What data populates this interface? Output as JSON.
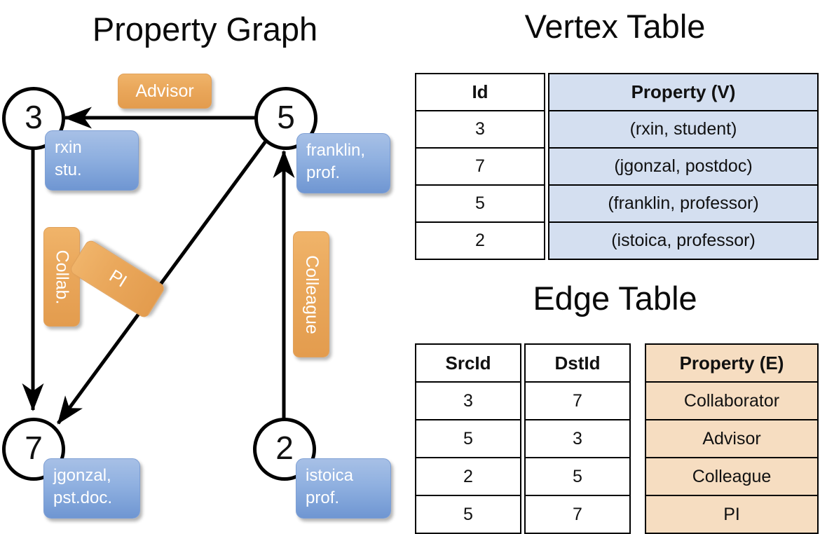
{
  "titles": {
    "property_graph": "Property Graph",
    "vertex_table": "Vertex Table",
    "edge_table": "Edge Table"
  },
  "graph": {
    "nodes": [
      {
        "id": "3",
        "label": "rxin\nstu.",
        "property_lines": [
          "rxin",
          "stu."
        ]
      },
      {
        "id": "5",
        "label": "franklin, prof.",
        "property_lines": [
          "franklin,",
          "prof."
        ]
      },
      {
        "id": "7",
        "label": "jgonzal, pst.doc.",
        "property_lines": [
          "jgonzal,",
          "pst.doc."
        ]
      },
      {
        "id": "2",
        "label": "istoica prof.",
        "property_lines": [
          "istoica",
          "prof."
        ]
      }
    ],
    "edge_labels": [
      {
        "name": "advisor",
        "text": "Advisor"
      },
      {
        "name": "collab",
        "text": "Collab."
      },
      {
        "name": "pi",
        "text": "PI"
      },
      {
        "name": "colleague",
        "text": "Colleague"
      }
    ],
    "colors": {
      "vertex_box": "#8fb0e0",
      "edge_box": "#eaa85c",
      "stroke": "#000000"
    }
  },
  "vertex_table": {
    "headers": [
      "Id",
      "Property (V)"
    ],
    "rows": [
      {
        "id": "3",
        "property": "(rxin, student)"
      },
      {
        "id": "7",
        "property": "(jgonzal, postdoc)"
      },
      {
        "id": "5",
        "property": "(franklin, professor)"
      },
      {
        "id": "2",
        "property": "(istoica, professor)"
      }
    ],
    "property_bg": "#d4dff0"
  },
  "edge_table": {
    "headers": [
      "SrcId",
      "DstId",
      "Property (E)"
    ],
    "rows": [
      {
        "src": "3",
        "dst": "7",
        "property": "Collaborator"
      },
      {
        "src": "5",
        "dst": "3",
        "property": "Advisor"
      },
      {
        "src": "2",
        "dst": "5",
        "property": "Colleague"
      },
      {
        "src": "5",
        "dst": "7",
        "property": "PI"
      }
    ],
    "property_bg": "#f6ddc1"
  }
}
